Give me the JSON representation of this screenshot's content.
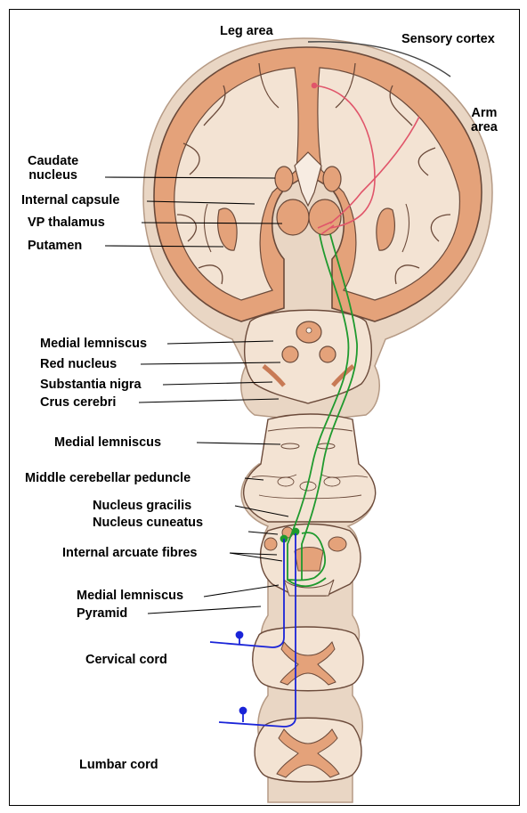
{
  "labels": {
    "leg_area": "Leg area",
    "sensory_cortex": "Sensory cortex",
    "arm_area": "Arm\narea",
    "caudate_nucleus": "Caudate\nnucleus",
    "internal_capsule": "Internal capsule",
    "vp_thalamus": "VP thalamus",
    "putamen": "Putamen",
    "medial_lemniscus_1": "Medial lemniscus",
    "red_nucleus": "Red nucleus",
    "substantia_nigra": "Substantia nigra",
    "crus_cerebri": "Crus cerebri",
    "medial_lemniscus_2": "Medial lemniscus",
    "middle_cerebellar_peduncle": "Middle cerebellar peduncle",
    "nucleus_gracilis": "Nucleus gracilis",
    "nucleus_cuneatus": "Nucleus cuneatus",
    "internal_arcuate_fibres": "Internal arcuate fibres",
    "medial_lemniscus_3": "Medial lemniscus",
    "pyramid": "Pyramid",
    "cervical_cord": "Cervical cord",
    "lumbar_cord": "Lumbar cord"
  },
  "colors": {
    "tissue_outline": "#e9d6c4",
    "grey_matter": "#e4a27a",
    "white_matter": "#f3e3d3",
    "outline": "#6b4a3a",
    "pathway_green": "#1f9a2e",
    "pathway_blue": "#1a24d8",
    "pathway_red": "#e0556a"
  }
}
